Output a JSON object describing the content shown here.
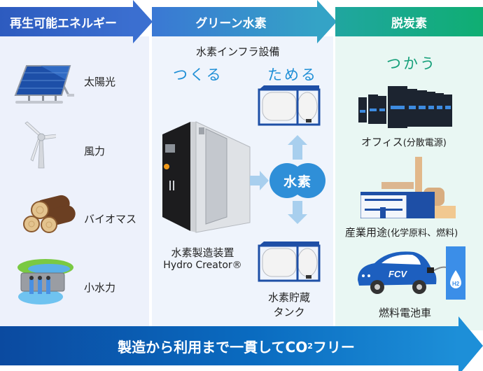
{
  "headers": {
    "renewable": "再生可能エネルギー",
    "green_hydrogen": "グリーン水素",
    "decarbonization": "脱炭素"
  },
  "renewable": {
    "items": [
      {
        "label": "太陽光",
        "icon": "solar-panel-icon"
      },
      {
        "label": "風力",
        "icon": "wind-turbine-icon"
      },
      {
        "label": "バイオマス",
        "icon": "logs-icon"
      },
      {
        "label": "小水力",
        "icon": "dam-icon"
      }
    ]
  },
  "green_hydrogen": {
    "subtitle": "水素インフラ設備",
    "make_label": "つくる",
    "store_label": "ためる",
    "hydrogen_label": "水素",
    "device_name": "水素製造装置",
    "device_model": "Hydro Creator®",
    "tank_label_line1": "水素貯蔵",
    "tank_label_line2": "タンク"
  },
  "decarbonization": {
    "use_label": "つかう",
    "items": [
      {
        "label_main": "オフィス",
        "label_sub": "(分散電源)",
        "icon": "server-rack-icon"
      },
      {
        "label_main": "産業用途",
        "label_sub": "(化学原料、燃料)",
        "icon": "factory-icon"
      },
      {
        "label_main": "燃料電池車",
        "label_sub": "",
        "icon": "fcv-car-icon",
        "car_text": "FCV",
        "station_text": "H2"
      }
    ]
  },
  "footer": {
    "text_before": "製造から利用まで一貫してCO",
    "subscript": "2",
    "text_after": "フリー"
  },
  "colors": {
    "blue_header": "#2d5bbf",
    "teal_header": "#34a3c6",
    "green_header": "#0fae72",
    "accent_blue": "#1f8fd6",
    "accent_green": "#16a07a",
    "footer_blue": "#0b4aa0"
  }
}
